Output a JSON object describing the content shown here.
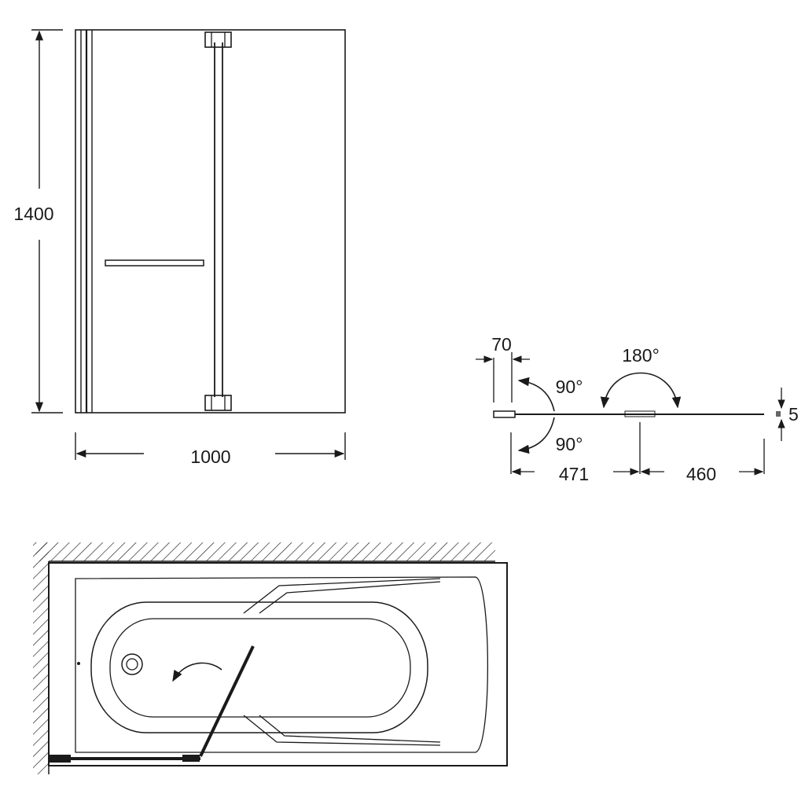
{
  "front_view": {
    "height_label": "1400",
    "width_label": "1000"
  },
  "plan_view": {
    "fixed_width_label": "70",
    "angle_top_left_label": "90°",
    "angle_bottom_left_label": "90°",
    "angle_center_label": "180°",
    "left_span_label": "471",
    "right_span_label": "460",
    "glass_thickness_label": "5"
  },
  "colors": {
    "line": "#1a1a1a",
    "background": "#ffffff"
  }
}
